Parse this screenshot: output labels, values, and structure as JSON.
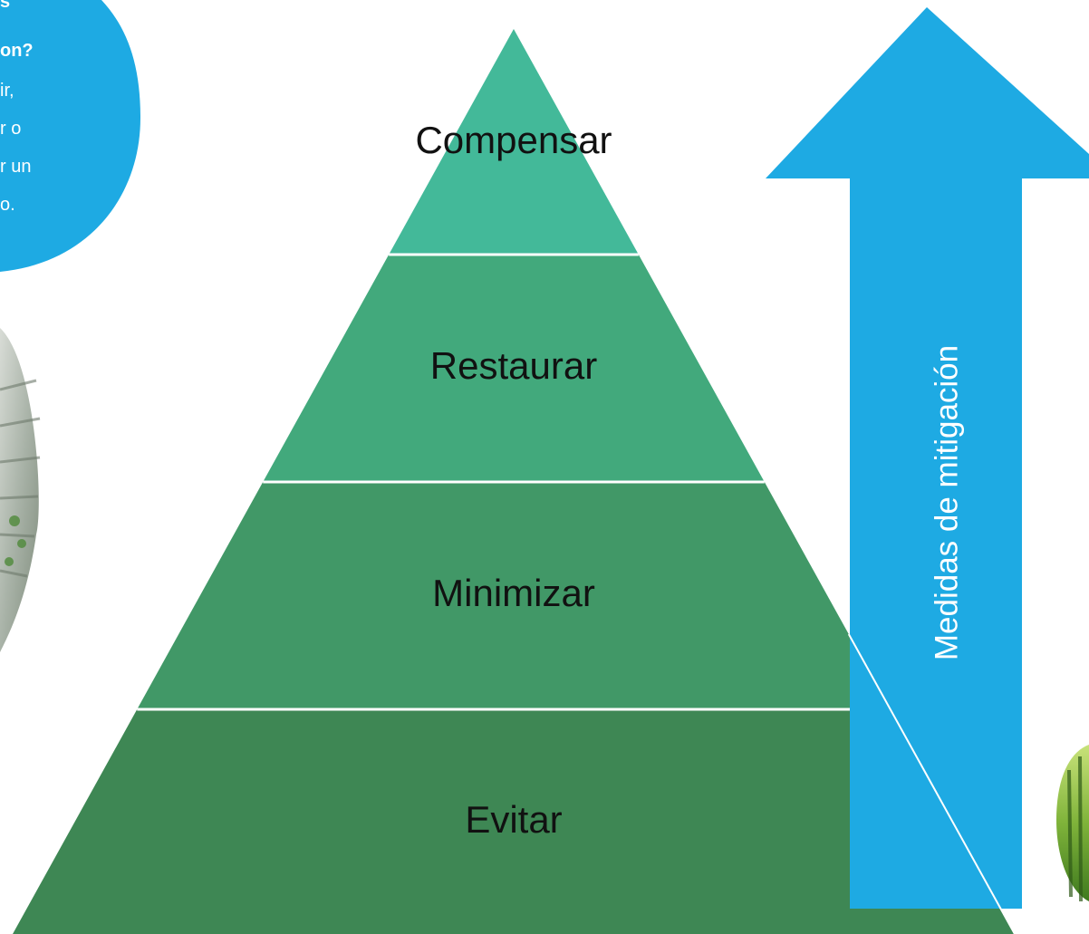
{
  "pyramid": {
    "levels": [
      {
        "label": "Compensar",
        "color": "#43b999"
      },
      {
        "label": "Restaurar",
        "color": "#42a97c"
      },
      {
        "label": "Minimizar",
        "color": "#419867"
      },
      {
        "label": "Evitar",
        "color": "#3e8754"
      }
    ],
    "divider_color": "#ffffff"
  },
  "arrow": {
    "label": "Medidas de mitigación",
    "color": "#1eaae3"
  },
  "info_bubble": {
    "color": "#1eaae3",
    "question_line_1": "s",
    "question_line_2": "on?",
    "answer_line_1": "ir,",
    "answer_line_2": "r o",
    "answer_line_3": "r un",
    "answer_line_4": "o."
  },
  "photo_left": {
    "icon": "industrial-photo"
  },
  "photo_right": {
    "icon": "forest-photo"
  }
}
